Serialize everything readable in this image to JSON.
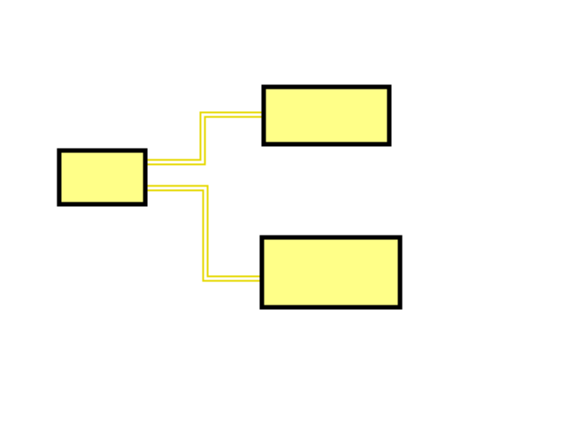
{
  "diagram": {
    "type": "block-diagram",
    "nodes": [
      {
        "id": "left-box",
        "label": ""
      },
      {
        "id": "top-right-box",
        "label": ""
      },
      {
        "id": "bottom-right-box",
        "label": ""
      }
    ],
    "edges": [
      {
        "from": "left-box",
        "to": "top-right-box"
      },
      {
        "from": "left-box",
        "to": "bottom-right-box"
      }
    ],
    "colors": {
      "background": "#ffffff",
      "box_fill": "#ffff88",
      "box_stroke": "#000000",
      "connector_outer": "#e6d800",
      "connector_inner": "#ffffff"
    }
  }
}
